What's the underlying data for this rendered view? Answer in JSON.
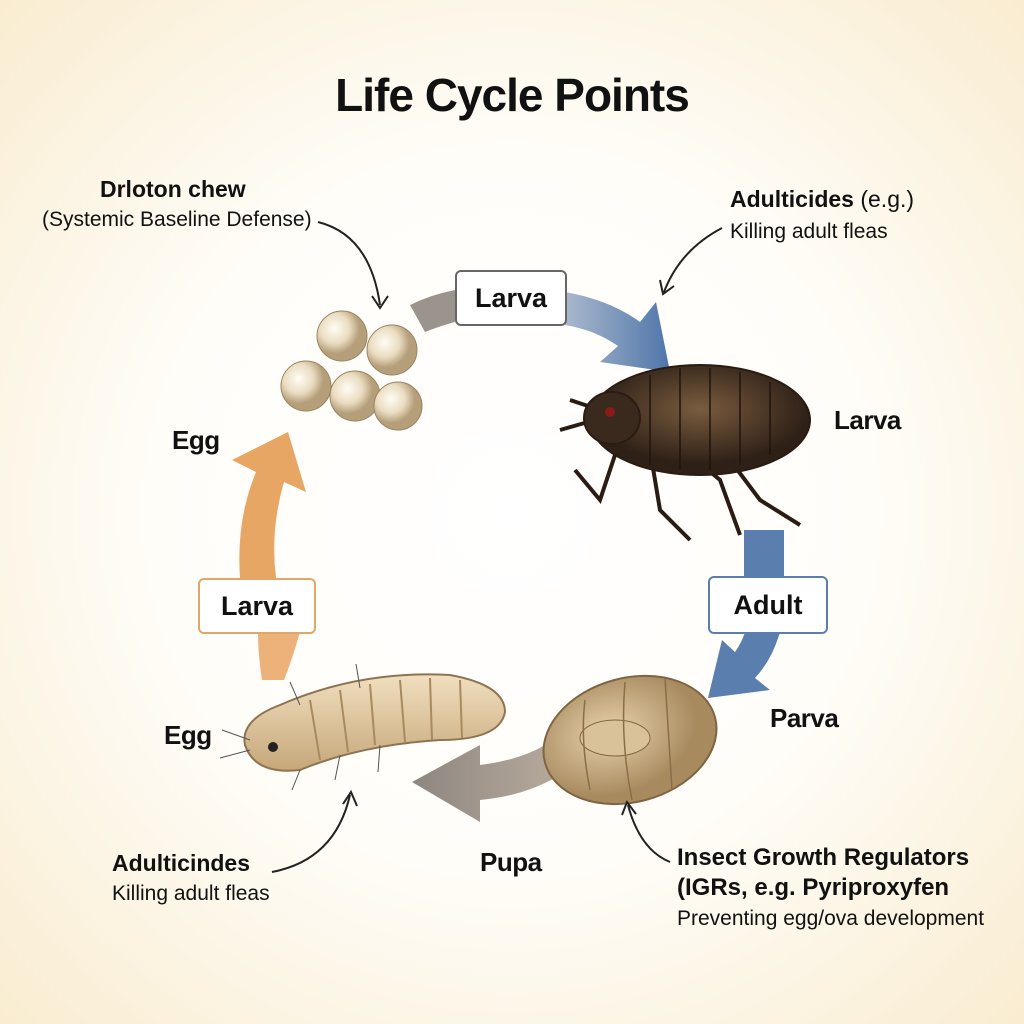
{
  "title": "Life Cycle Points",
  "annotations": {
    "top_left": {
      "title": "Drloton chew",
      "subtitle": "(Systemic Baseline Defense)"
    },
    "top_right": {
      "title": "Adulticides",
      "title_suffix": "(e.g.)",
      "subtitle": "Killing adult fleas"
    },
    "bottom_left": {
      "title": "Adulticindes",
      "subtitle": "Killing adult fleas"
    },
    "bottom_right": {
      "title_line1": "Insect Growth Regulators",
      "title_line2": "(IGRs, e.g. Pyriproxyfen",
      "subtitle": "Preventing egg/ova development"
    }
  },
  "stage_labels": {
    "egg_upper": "Egg",
    "larva_right": "Larva",
    "egg_lower": "Egg",
    "parva": "Parva",
    "pupa": "Pupa"
  },
  "boxes": {
    "top": "Larva",
    "left": "Larva",
    "right": "Adult"
  },
  "colors": {
    "blue_arrow": "#5a7fae",
    "orange_arrow": "#e7a663",
    "gray_arrow": "#9a928a"
  }
}
